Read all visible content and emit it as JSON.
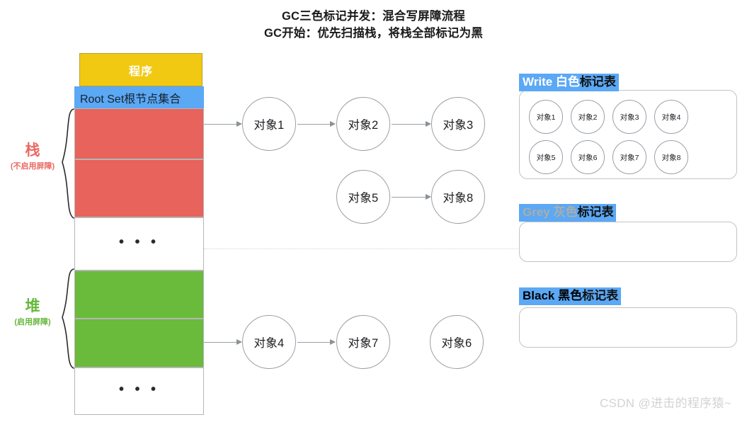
{
  "title": {
    "line1": "GC三色标记并发：混合写屏障流程",
    "line2": "GC开始：优先扫描栈，将栈全部标记为黑"
  },
  "memory_column": {
    "program_label": "程序",
    "root_set_label": "Root Set根节点集合",
    "ellipsis": "• • •",
    "blocks": [
      {
        "name": "program",
        "color": "#f1c912"
      },
      {
        "name": "root-set",
        "color": "#5ba8f5"
      },
      {
        "name": "stack-slot-1",
        "color": "#e8635c"
      },
      {
        "name": "stack-slot-2",
        "color": "#e8635c"
      },
      {
        "name": "stack-empty",
        "color": "#ffffff"
      },
      {
        "name": "heap-slot-1",
        "color": "#6aba3c"
      },
      {
        "name": "heap-slot-2",
        "color": "#6aba3c"
      },
      {
        "name": "heap-empty",
        "color": "#ffffff"
      }
    ]
  },
  "regions": {
    "stack": {
      "name": "栈",
      "note": "(不启用屏障)",
      "color": "#ea6a63"
    },
    "heap": {
      "name": "堆",
      "note": "(启用屏障)",
      "color": "#66b83c"
    }
  },
  "graph": {
    "nodes": [
      {
        "id": "o1",
        "label": "对象1"
      },
      {
        "id": "o2",
        "label": "对象2"
      },
      {
        "id": "o3",
        "label": "对象3"
      },
      {
        "id": "o5",
        "label": "对象5"
      },
      {
        "id": "o8",
        "label": "对象8"
      },
      {
        "id": "o4",
        "label": "对象4"
      },
      {
        "id": "o7",
        "label": "对象7"
      },
      {
        "id": "o6",
        "label": "对象6"
      }
    ],
    "edges": [
      {
        "from": "root-set",
        "to": "o1"
      },
      {
        "from": "o1",
        "to": "o2"
      },
      {
        "from": "o2",
        "to": "o3"
      },
      {
        "from": "o5",
        "to": "o8"
      },
      {
        "from": "heap-slot-2",
        "to": "o4"
      },
      {
        "from": "o4",
        "to": "o7"
      }
    ]
  },
  "mark_tables": [
    {
      "id": "white",
      "title_en": "Write ",
      "title_color_zh": "白色",
      "title_tail": "标记表",
      "highlight": "#5ba8f5",
      "items": [
        "对象1",
        "对象2",
        "对象3",
        "对象4",
        "对象5",
        "对象6",
        "对象7",
        "对象8"
      ]
    },
    {
      "id": "grey",
      "title_en": "Grey ",
      "title_color_zh": "灰色",
      "title_tail": "标记表",
      "highlight": "#5ba8f5",
      "items": []
    },
    {
      "id": "black",
      "title_en": "Black ",
      "title_color_zh": "黑色",
      "title_tail": "标记表",
      "highlight": "#5ba8f5",
      "items": []
    }
  ],
  "watermark": "CSDN @进击的程序猿~"
}
